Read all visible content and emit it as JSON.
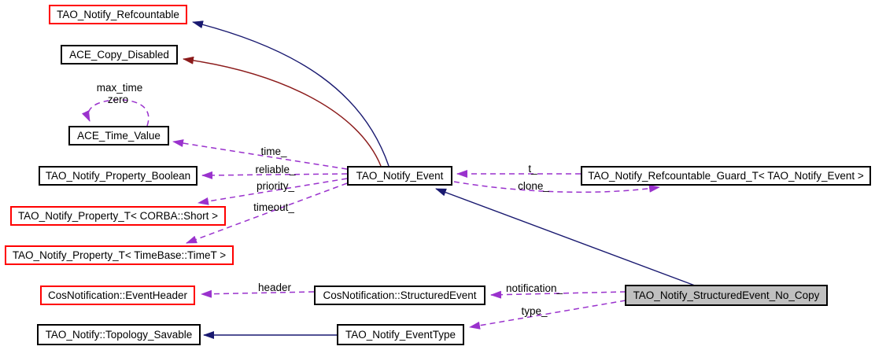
{
  "diagram": {
    "type": "doxygen-collaboration-graph",
    "background": "#ffffff",
    "colors": {
      "inheritance_solid_blue": "#191970",
      "inheritance_solid_darkred": "#8b1a1a",
      "usage_dashed_purple": "#9a32cd",
      "node_border_black": "#000000",
      "node_border_red": "#ff0000",
      "main_node_fill": "#c0c0c0"
    },
    "nodes": [
      {
        "label": "TAO_Notify_Refcountable",
        "style": "red"
      },
      {
        "label": "ACE_Copy_Disabled",
        "style": "plain"
      },
      {
        "label": "ACE_Time_Value",
        "style": "plain"
      },
      {
        "label": "TAO_Notify_Property_Boolean",
        "style": "plain"
      },
      {
        "label": "TAO_Notify_Property_T< CORBA::Short >",
        "style": "red"
      },
      {
        "label": "TAO_Notify_Property_T< TimeBase::TimeT >",
        "style": "red"
      },
      {
        "label": "CosNotification::EventHeader",
        "style": "red"
      },
      {
        "label": "TAO_Notify::Topology_Savable",
        "style": "plain"
      },
      {
        "label": "TAO_Notify_Event",
        "style": "plain"
      },
      {
        "label": "TAO_Notify_Refcountable_Guard_T< TAO_Notify_Event >",
        "style": "plain"
      },
      {
        "label": "CosNotification::StructuredEvent",
        "style": "plain"
      },
      {
        "label": "TAO_Notify_StructuredEvent_No_Copy",
        "style": "main"
      },
      {
        "label": "TAO_Notify_EventType",
        "style": "plain"
      }
    ],
    "labels": {
      "max_time": "max_time",
      "zero": "zero",
      "time": "time_",
      "reliable": "reliable_",
      "priority": "priority_",
      "timeout": "timeout_",
      "t": "t_",
      "clone": "clone_",
      "header": "header",
      "notification": "notification_",
      "type": "type_"
    },
    "edges": [
      {
        "from": "TAO_Notify_Event",
        "to": "TAO_Notify_Refcountable",
        "kind": "inheritance-solid-blue"
      },
      {
        "from": "TAO_Notify_Event",
        "to": "ACE_Copy_Disabled",
        "kind": "inheritance-solid-darkred"
      },
      {
        "from": "TAO_Notify_StructuredEvent_No_Copy",
        "to": "TAO_Notify_Event",
        "kind": "inheritance-solid-blue"
      },
      {
        "from": "TAO_Notify_EventType",
        "to": "TAO_Notify::Topology_Savable",
        "kind": "inheritance-solid-blue"
      },
      {
        "from": "TAO_Notify_Event",
        "to": "ACE_Time_Value",
        "kind": "usage-dashed",
        "label": "time_"
      },
      {
        "from": "TAO_Notify_Event",
        "to": "TAO_Notify_Property_Boolean",
        "kind": "usage-dashed",
        "label": "reliable_"
      },
      {
        "from": "TAO_Notify_Event",
        "to": "TAO_Notify_Property_T< CORBA::Short >",
        "kind": "usage-dashed",
        "label": "priority_"
      },
      {
        "from": "TAO_Notify_Event",
        "to": "TAO_Notify_Property_T< TimeBase::TimeT >",
        "kind": "usage-dashed",
        "label": "timeout_"
      },
      {
        "from": "TAO_Notify_Refcountable_Guard_T< TAO_Notify_Event >",
        "to": "TAO_Notify_Event",
        "kind": "usage-dashed",
        "label": "t_"
      },
      {
        "from": "TAO_Notify_Event",
        "to": "TAO_Notify_Refcountable_Guard_T< TAO_Notify_Event >",
        "kind": "usage-dashed",
        "label": "clone_"
      },
      {
        "from": "ACE_Time_Value",
        "to": "ACE_Time_Value",
        "kind": "usage-dashed-self-loop",
        "label": "max_time zero"
      },
      {
        "from": "CosNotification::StructuredEvent",
        "to": "CosNotification::EventHeader",
        "kind": "usage-dashed",
        "label": "header"
      },
      {
        "from": "TAO_Notify_StructuredEvent_No_Copy",
        "to": "CosNotification::StructuredEvent",
        "kind": "usage-dashed",
        "label": "notification_"
      },
      {
        "from": "TAO_Notify_StructuredEvent_No_Copy",
        "to": "TAO_Notify_EventType",
        "kind": "usage-dashed",
        "label": "type_"
      }
    ]
  }
}
